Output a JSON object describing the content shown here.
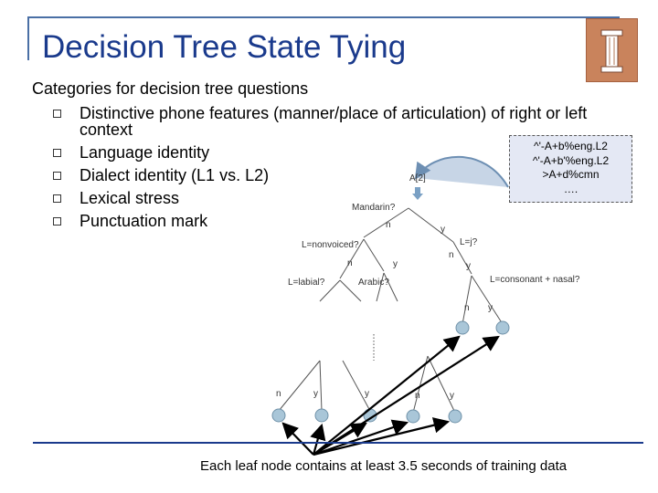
{
  "slide": {
    "title": "Decision Tree State Tying",
    "heading": "Categories for decision tree questions",
    "bullets": [
      "Distinctive phone features (manner/place of articulation) of right or left context",
      "Language identity",
      "Dialect identity (L1 vs. L2)",
      "Lexical stress",
      "Punctuation mark"
    ],
    "callout": {
      "lines": [
        "^'-A+b%eng.L2",
        "^'-A+b'%eng.L2",
        ">A+d%cmn",
        "…."
      ]
    },
    "tree": {
      "root_label": "A[2]",
      "questions": {
        "mandarin": "Mandarin?",
        "nonvoiced": "L=nonvoiced?",
        "l_is_j": "L=j?",
        "labial": "L=labial?",
        "arabic": "Arabic?",
        "consonant_nasal": "L=consonant + nasal?"
      },
      "branch_no": "n",
      "branch_yes": "y"
    },
    "caption": "Each leaf node contains at least 3.5 seconds of training data",
    "colors": {
      "title": "#1a3a8c",
      "frame": "#4a6fa5",
      "node_fill": "#a9c6d8",
      "callout_bg": "#e4e8f4",
      "logo": "#c9835c"
    }
  }
}
